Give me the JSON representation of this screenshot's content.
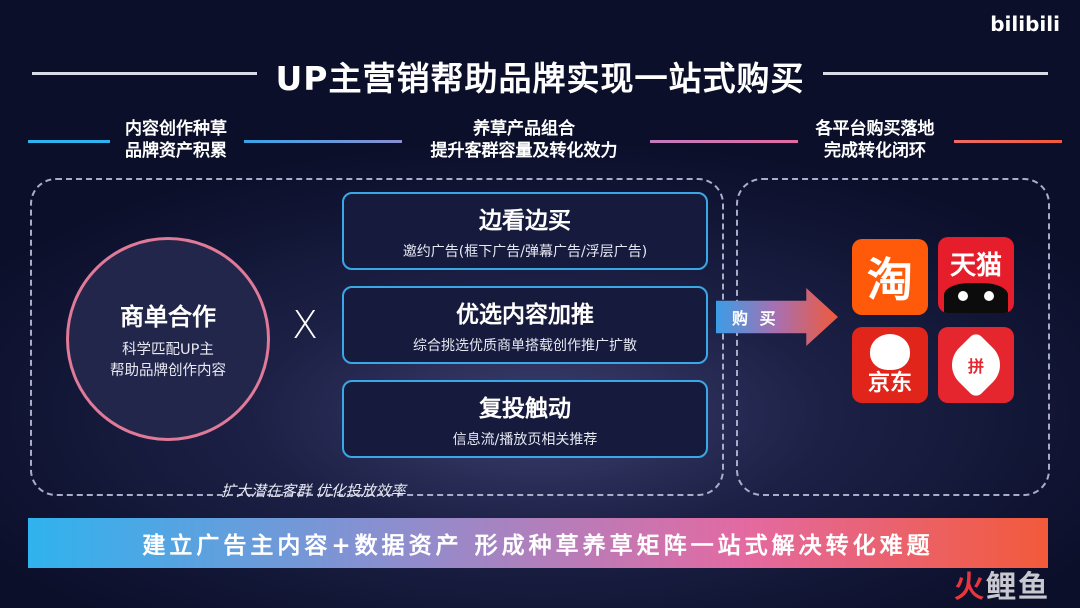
{
  "brand": {
    "logo": "bilibili"
  },
  "title": "UP主营销帮助品牌实现一站式购买",
  "categories": [
    {
      "line1": "内容创作种草",
      "line2": "品牌资产积累"
    },
    {
      "line1": "养草产品组合",
      "line2": "提升客群容量及转化效力"
    },
    {
      "line1": "各平台购买落地",
      "line2": "完成转化闭环"
    }
  ],
  "circle": {
    "title": "商单合作",
    "line1": "科学匹配UP主",
    "line2": "帮助品牌创作内容"
  },
  "times_symbol": "X",
  "features": [
    {
      "title": "边看边买",
      "subtitle": "邀约广告(框下广告/弹幕广告/浮层广告)"
    },
    {
      "title": "优选内容加推",
      "subtitle": "综合挑选优质商单搭载创作推广扩散"
    },
    {
      "title": "复投触动",
      "subtitle": "信息流/播放页相关推荐"
    }
  ],
  "footnote": "扩大潜在客群 优化投放效率",
  "arrow_label": "购 买",
  "platforms": {
    "taobao": "淘",
    "tmall": "天猫",
    "jd": "京东",
    "pdd": "拼"
  },
  "banner": "建立广告主内容+数据资产 形成种草养草矩阵一站式解决转化难题",
  "watermark": {
    "part1": "火",
    "part2": "鲤鱼"
  }
}
